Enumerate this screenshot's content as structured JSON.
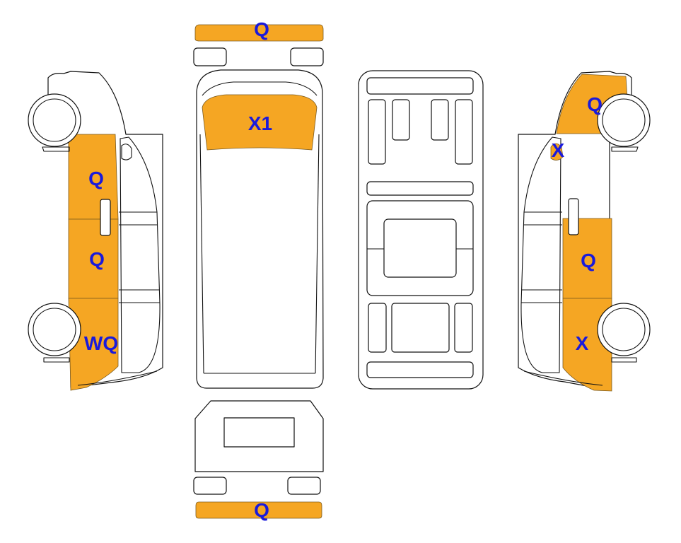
{
  "colors": {
    "background": "#ffffff",
    "outline": "#111111",
    "damage_fill": "#f5a623",
    "code_text": "#1a1adb"
  },
  "views": {
    "left_side": {
      "codes": {
        "front_door": "Q",
        "sliding_door": "Q",
        "rear_quarter": "WQ"
      }
    },
    "front": {
      "codes": {
        "bumper": "Q"
      }
    },
    "top": {
      "codes": {
        "windshield": "X1"
      }
    },
    "rear": {
      "codes": {
        "bumper": "Q"
      }
    },
    "right_side": {
      "codes": {
        "front_fender": "Q",
        "mirror": "X",
        "sliding_door": "Q",
        "rear_quarter": "X"
      }
    }
  }
}
